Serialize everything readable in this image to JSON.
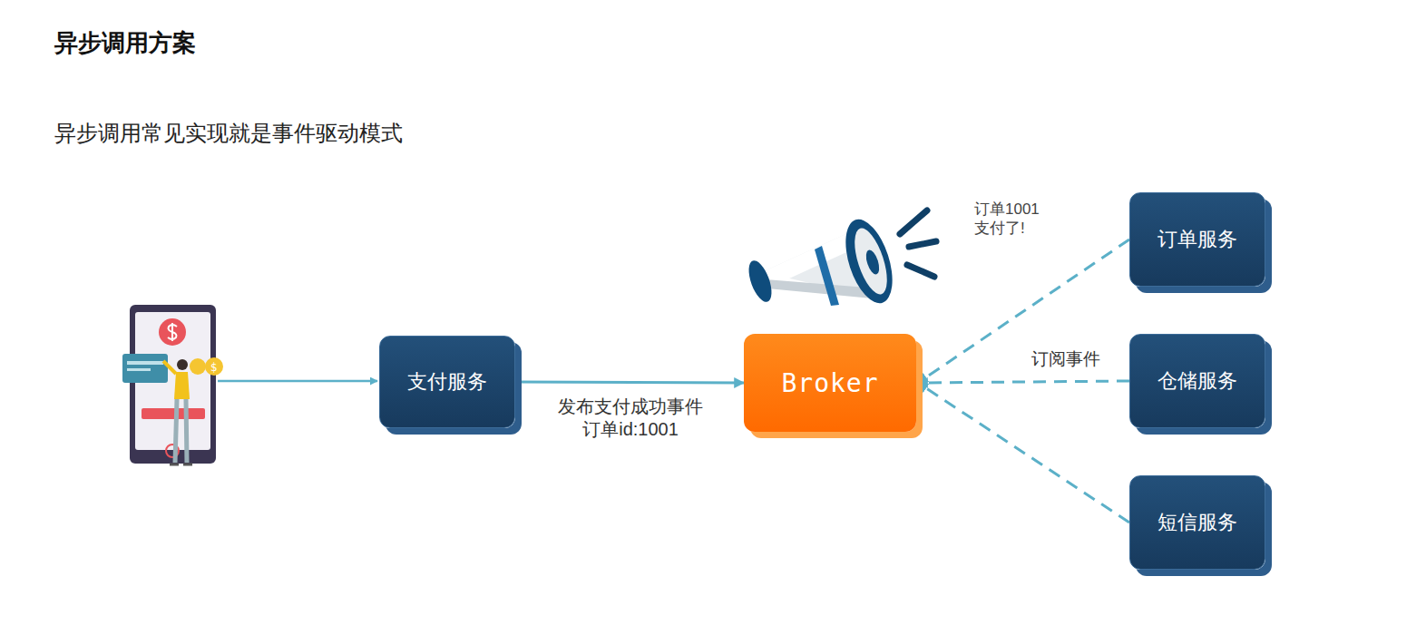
{
  "diagram": {
    "title": "异步调用方案",
    "nodes": [
      {
        "text": [
          "支付服务"
        ]
      },
      {
        "text": [
          "Broker"
        ]
      },
      {
        "text": [
          "订单服务"
        ]
      },
      {
        "text": [
          "仓储服务"
        ]
      },
      {
        "text": [
          "短信服务"
        ]
      }
    ],
    "edges": [
      {
        "from": 0,
        "to": 1,
        "label": "发布支付成功事件 订单id:1001",
        "arrow": "to"
      },
      {
        "from": 2,
        "to": 1,
        "arrow": "to"
      },
      {
        "from": 3,
        "to": 1,
        "label": "订阅事件",
        "arrow": "to"
      },
      {
        "from": 4,
        "to": 1,
        "arrow": "to"
      }
    ],
    "labels": [
      "异步调用常见实现就是事件驱动模式",
      "订单1001 支付了!"
    ]
  }
}
